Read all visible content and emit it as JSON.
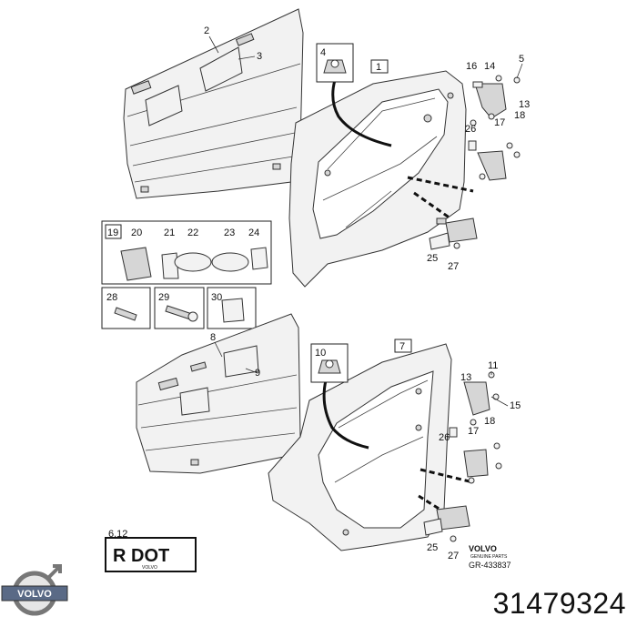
{
  "callouts": {
    "c1": "1",
    "c2": "2",
    "c3": "3",
    "c4": "4",
    "c5": "5",
    "c6_12": "6,12",
    "c7": "7",
    "c8": "8",
    "c9": "9",
    "c10": "10",
    "c11": "11",
    "c13a": "13",
    "c13b": "13",
    "c14": "14",
    "c15": "15",
    "c16": "16",
    "c17a": "17",
    "c17b": "17",
    "c18a": "18",
    "c18b": "18",
    "c19": "19",
    "c20": "20",
    "c21": "21",
    "c22": "22",
    "c23": "23",
    "c24": "24",
    "c25a": "25",
    "c25b": "25",
    "c26a": "26",
    "c26b": "26",
    "c27a": "27",
    "c27b": "27",
    "c28": "28",
    "c29": "29",
    "c30": "30"
  },
  "rdot_label": "R DOT",
  "rdot_brand": "VOLVO",
  "volvo_genuine": "VOLVO",
  "volvo_genuine_sub": "GENUINE PARTS",
  "drawing_ref": "GR-433837",
  "logo_text": "VOLVO",
  "part_number": "31479324"
}
